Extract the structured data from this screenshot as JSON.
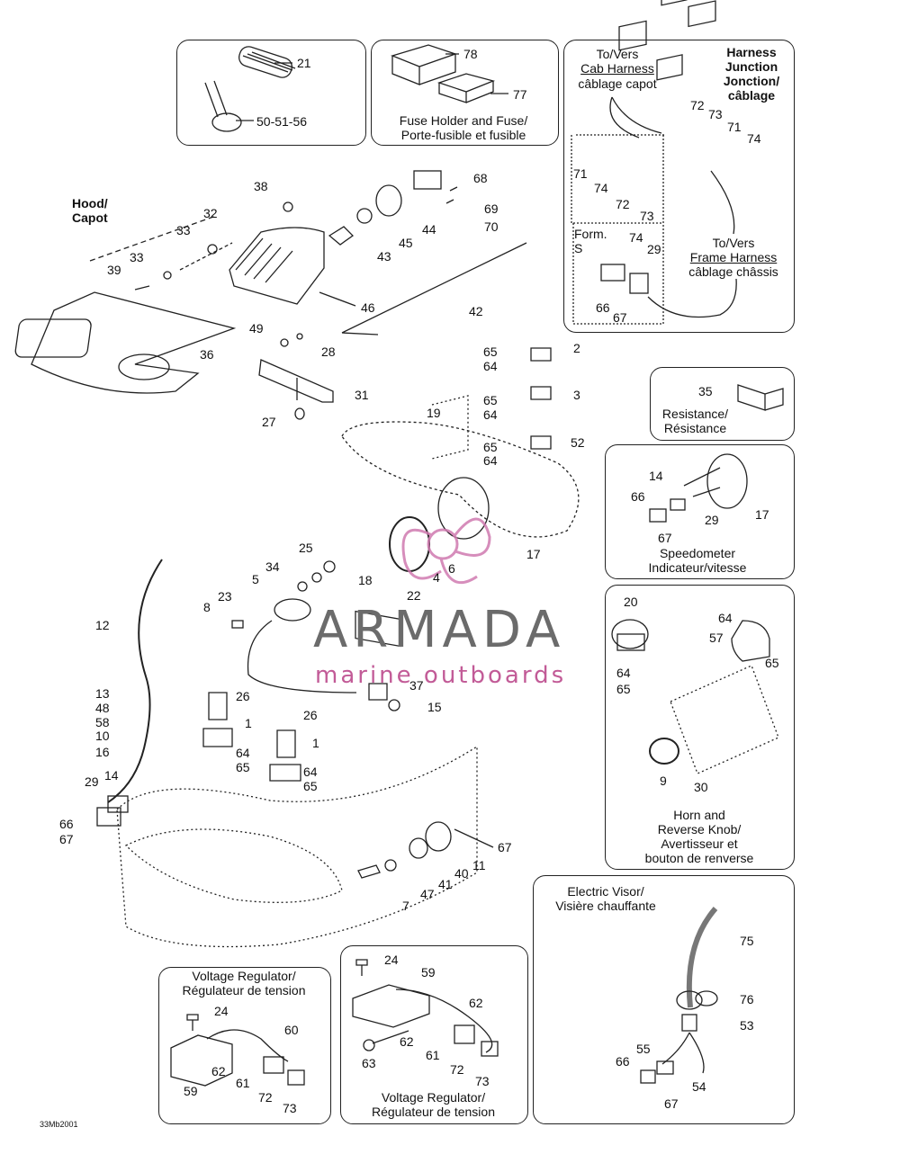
{
  "watermark": {
    "brand": "ARMADA",
    "tagline": "marine outboards"
  },
  "drawing_code": "33Mb2001",
  "hood_label": "Hood/\nCapot",
  "boxes": {
    "fuse": {
      "label": "Fuse Holder and Fuse/\nPorte-fusible et fusible"
    },
    "harness": {
      "to_cab": "To/Vers",
      "cab_harness": "Cab Harness",
      "cab_harness_fr": "câblage capot",
      "junction": "Harness\nJunction\nJonction/\ncâblage",
      "to_frame": "To/Vers",
      "frame_harness": "Frame Harness",
      "frame_harness_fr": "câblage châssis",
      "form_s": "Form.\nS"
    },
    "resistance": {
      "label": "Resistance/\nRésistance"
    },
    "speedometer": {
      "label": "Speedometer\nIndicateur/vitesse"
    },
    "horn": {
      "label": "Horn and\nReverse Knob/\nAvertisseur et\nbouton de renverse"
    },
    "visor": {
      "label": "Electric Visor/\nVisière chauffante"
    },
    "voltage_left": {
      "label": "Voltage Regulator/\nRégulateur de tension"
    },
    "voltage_mid": {
      "label": "Voltage Regulator/\nRégulateur de tension"
    }
  },
  "callouts": {
    "c21": "21",
    "c50": "50-51-56",
    "c78": "78",
    "c77": "77",
    "c72a": "72",
    "c73a": "73",
    "c71a": "71",
    "c74a": "74",
    "c71b": "71",
    "c74b": "74",
    "c72b": "72",
    "c73b": "73",
    "c74c": "74",
    "c29a": "29",
    "c66a": "66",
    "c67a": "67",
    "c38": "38",
    "c32": "32",
    "c33a": "33",
    "c33b": "33",
    "c39": "39",
    "c68": "68",
    "c69": "69",
    "c70": "70",
    "c44": "44",
    "c45": "45",
    "c43": "43",
    "c46": "46",
    "c42": "42",
    "c49": "49",
    "c28": "28",
    "c36": "36",
    "c31": "31",
    "c27": "27",
    "c65a": "65",
    "c64a": "64",
    "c2": "2",
    "c65b": "65",
    "c64b": "64",
    "c3": "3",
    "c65c": "65",
    "c64c": "64",
    "c52": "52",
    "c19": "19",
    "c17a": "17",
    "c6": "6",
    "c4": "4",
    "c25": "25",
    "c34": "34",
    "c18": "18",
    "c22": "22",
    "c5": "5",
    "c23": "23",
    "c8": "8",
    "c35": "35",
    "c14a": "14",
    "c66b": "66",
    "c29b": "29",
    "c67b": "67",
    "c17b": "17",
    "c20": "20",
    "c64d": "64",
    "c57": "57",
    "c65d": "65",
    "c64e": "64",
    "c65e": "65",
    "c9": "9",
    "c30": "30",
    "c12": "12",
    "c13": "13",
    "c48": "48",
    "c58": "58",
    "c10": "10",
    "c16": "16",
    "c29c": "29",
    "c14b": "14",
    "c66c": "66",
    "c67c": "67",
    "c26a": "26",
    "c1a": "1",
    "c64f": "64",
    "c65f": "65",
    "c26b": "26",
    "c1b": "1",
    "c64g": "64",
    "c65g": "65",
    "c37": "37",
    "c15": "15",
    "c67d": "67",
    "c11": "11",
    "c40": "40",
    "c41": "41",
    "c47": "47",
    "c7": "7",
    "c75": "75",
    "c76": "76",
    "c53": "53",
    "c55": "55",
    "c66d": "66",
    "c54": "54",
    "c67e": "67",
    "c24a": "24",
    "c60": "60",
    "c62a": "62",
    "c61a": "61",
    "c59a": "59",
    "c72c": "72",
    "c73c": "73",
    "c24b": "24",
    "c59b": "59",
    "c62b": "62",
    "c62c": "62",
    "c63": "63",
    "c61b": "61",
    "c72d": "72",
    "c73d": "73"
  }
}
